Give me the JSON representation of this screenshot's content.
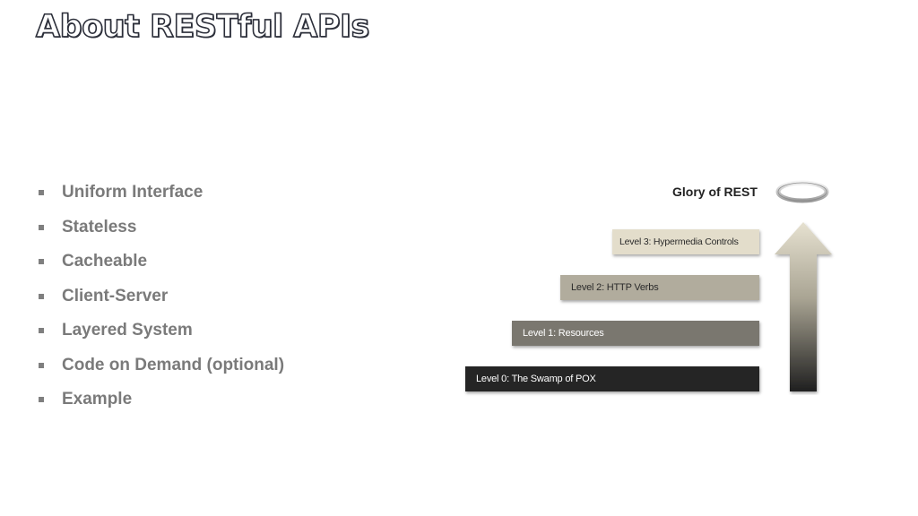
{
  "slide": {
    "title": "About RESTful APIs",
    "bullets": [
      "Uniform Interface",
      "Stateless",
      "Cacheable",
      "Client-Server",
      "Layered System",
      "Code on Demand (optional)",
      "Example"
    ]
  },
  "diagram": {
    "glory_label": "Glory of REST",
    "levels": [
      "Level 0: The Swamp of POX",
      "Level 1: Resources",
      "Level 2: HTTP Verbs",
      "Level 3: Hypermedia Controls"
    ],
    "colors": {
      "level0": "#252525",
      "level1": "#7a776f",
      "level2": "#b1ac9d",
      "level3": "#e3ddcb"
    },
    "icons": {
      "halo": "halo-icon",
      "arrow": "up-arrow-icon"
    }
  }
}
